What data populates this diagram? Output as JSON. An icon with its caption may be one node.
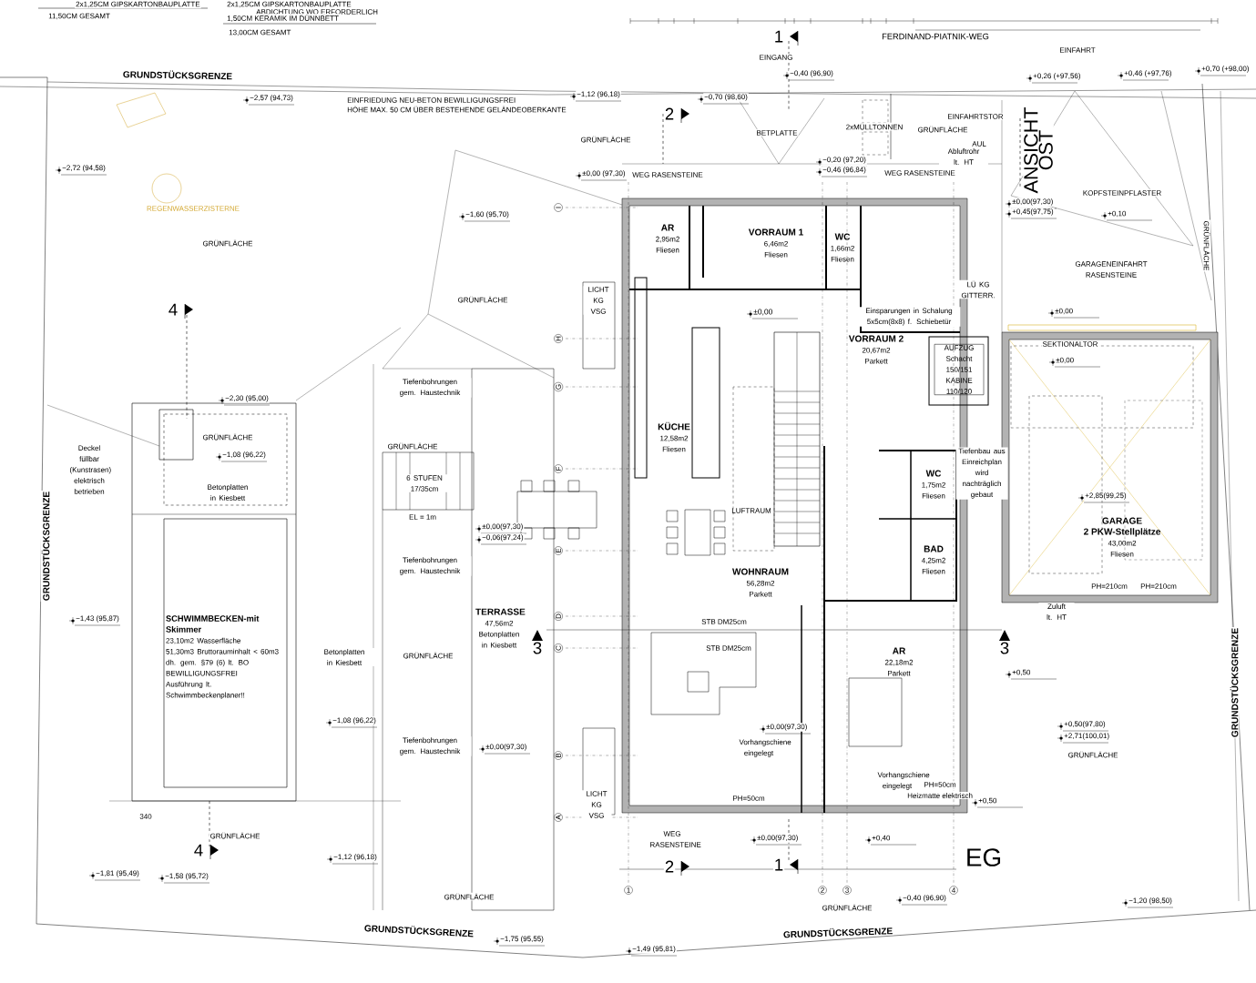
{
  "diagram": {
    "nodes": [
      {
        "text": [
          "AR",
          "2,95m2",
          "Fliesen"
        ]
      },
      {
        "text": [
          "VORRAUM 1",
          "6,46m2",
          "Fliesen"
        ]
      },
      {
        "text": [
          "WC",
          "1,66m2",
          "Fliesen"
        ]
      },
      {
        "text": [
          "VORRAUM 2",
          "20,67m2",
          "Parkett"
        ]
      },
      {
        "text": [
          "KÜCHE",
          "12,58m2",
          "Fliesen"
        ]
      },
      {
        "text": [
          "LUFTRAUM"
        ]
      },
      {
        "text": [
          "WC",
          "1,75m2",
          "Fliesen"
        ]
      },
      {
        "text": [
          "BAD",
          "4,25m2",
          "Fliesen"
        ]
      },
      {
        "text": [
          "WOHNRAUM",
          "56,28m2",
          "Parkett"
        ]
      },
      {
        "text": [
          "AR",
          "22,18m2",
          "Parkett"
        ]
      },
      {
        "text": [
          "GARAGE",
          "2 PKW-Stellplätze",
          "43,00m2",
          "Fliesen"
        ]
      },
      {
        "text": [
          "TERRASSE",
          "47,56m2",
          "Betonplatten in Kiesbett"
        ]
      },
      {
        "text": [
          "SCHWIMMBECKEN-mit Skimmer",
          "23,10m2 Wasserfläche",
          "51,30m3 Bruttorauminhalt < 60m3",
          "dh. gem. §79 (6) lt. BO",
          "BEWILLIGUNGSFREI",
          "Ausführung lt. Schwimmbeckenplaner!!"
        ]
      },
      {
        "text": [
          "AUFZUG Schacht 150/151 KABINE 110/120"
        ]
      }
    ],
    "labels": [
      "2x1,25CM GIPSKARTONBAUPLATTE",
      "11,50CM GESAMT",
      "2x1,25CM GIPSKARTONBAUPLATTE",
      "ABDICHTUNG WO ERFORDERLICH",
      "1,50CM KERAMIK IM DÜNNBETT",
      "13,00CM GESAMT",
      "FERDINAND-PIATNIK-WEG",
      "GRUNDSTÜCKSGRENZE",
      "EINFRIEDUNG NEU-BETON BEWILLIGUNGSFREI",
      "HÖHE MAX. 50 CM ÜBER BESTEHENDE GELÄNDEOBERKANTE",
      "−2,57 (94,73)",
      "−1,12 (96,18)",
      "−0,70 (98,60)",
      "EINGANG",
      "−0,40 (96,90)",
      "EINFAHRT",
      "+0,26 (+97,56)",
      "+0,46 (+97,76)",
      "+0,70 (+98,00)",
      "−2,72 (94,58)",
      "REGENWASSERZISTERNE",
      "GRÜNFLÄCHE",
      "−1,60 (95,70)",
      "GRÜNFLÄCHE",
      "GRÜNFLÄCHE",
      "BETPLATTE",
      "2xMÜLLTONNEN",
      "GRÜNFLÄCHE",
      "EINFAHRTSTOR",
      "Abluftrohr lt. HT",
      "AUL",
      "ANSICHT OST",
      "KOPFSTEINPFLASTER",
      "GARAGENEINFAHRT RASENSTEINE",
      "GRÜNFLÄCHE",
      "±0,00 (97,30)",
      "WEG RASENSTEINE",
      "WEG RASENSTEINE",
      "−0,20 (97,20)",
      "−0,46 (96,84)",
      "±0,00(97,30)",
      "+0,45(97,75)",
      "+0,10",
      "±0,00",
      "LICHT KG VSG",
      "Einsparungen in Schalung 5x5cm(8x8) f. Schiebetür",
      "LÜ KG GITTERR.",
      "±0,00",
      "SEKTIONALTOR",
      "±0,00",
      "Tiefenbohrungen gem. Haustechnik",
      "−2,30 (95,00)",
      "GRÜNFLÄCHE",
      "−1,08 (96,22)",
      "GRÜNFLÄCHE",
      "Deckel füllbar (Kunstrasen) elektrisch betrieben",
      "Betonplatten in Kiesbett",
      "6 STUFEN 17/35cm",
      "EL = 1m",
      "±0,00(97,30)",
      "−0,06(97,24)",
      "Tiefenbohrungen gem. Haustechnik",
      "Tiefenbau aus Einreichplan wird nachträglich gebaut",
      "+2,85(99,25)",
      "GRUNDSTÜCKSGRENZE",
      "−1,43 (95,87)",
      "Betonplatten in Kiesbett",
      "GRÜNFLÄCHE",
      "Zuluft lt. HT",
      "+0,50",
      "−1,08 (96,22)",
      "Tiefenbohrungen gem. Haustechnik",
      "±0,00(97,30)",
      "±0,00(97,30)",
      "+0,50(97,80)",
      "+2,71(100,01)",
      "GRÜNFLÄCHE",
      "GRUNDSTÜCKSGRENZE",
      "340",
      "GRÜNFLÄCHE",
      "WEG RASENSTEINE",
      "±0,00(97,30)",
      "+0,40",
      "+0,50",
      "EG",
      "−1,12 (96,18)",
      "−1,81 (95,49)",
      "−1,58 (95,72)",
      "GRÜNFLÄCHE",
      "GRÜNFLÄCHE",
      "−0,40 (96,90)",
      "−1,20 (98,50)",
      "GRUNDSTÜCKSGRENZE",
      "GRUNDSTÜCKSGRENZE",
      "−1,75 (95,55)",
      "−1,49 (95,81)",
      "Vorhangschiene eingelegt",
      "Vorhangschiene eingelegt",
      "PH=50cm",
      "PH=50cm",
      "Heizmatte elektrisch",
      "PH=210cm",
      "PH=210cm",
      "LICHT KG VSG",
      "STB DM25cm",
      "STB DM25cm",
      "1",
      "2",
      "4",
      "3",
      "3",
      "4",
      "2",
      "1",
      "1",
      "2",
      "3",
      "4",
      "I",
      "H",
      "G",
      "F",
      "E",
      "D",
      "C",
      "B",
      "A"
    ]
  }
}
